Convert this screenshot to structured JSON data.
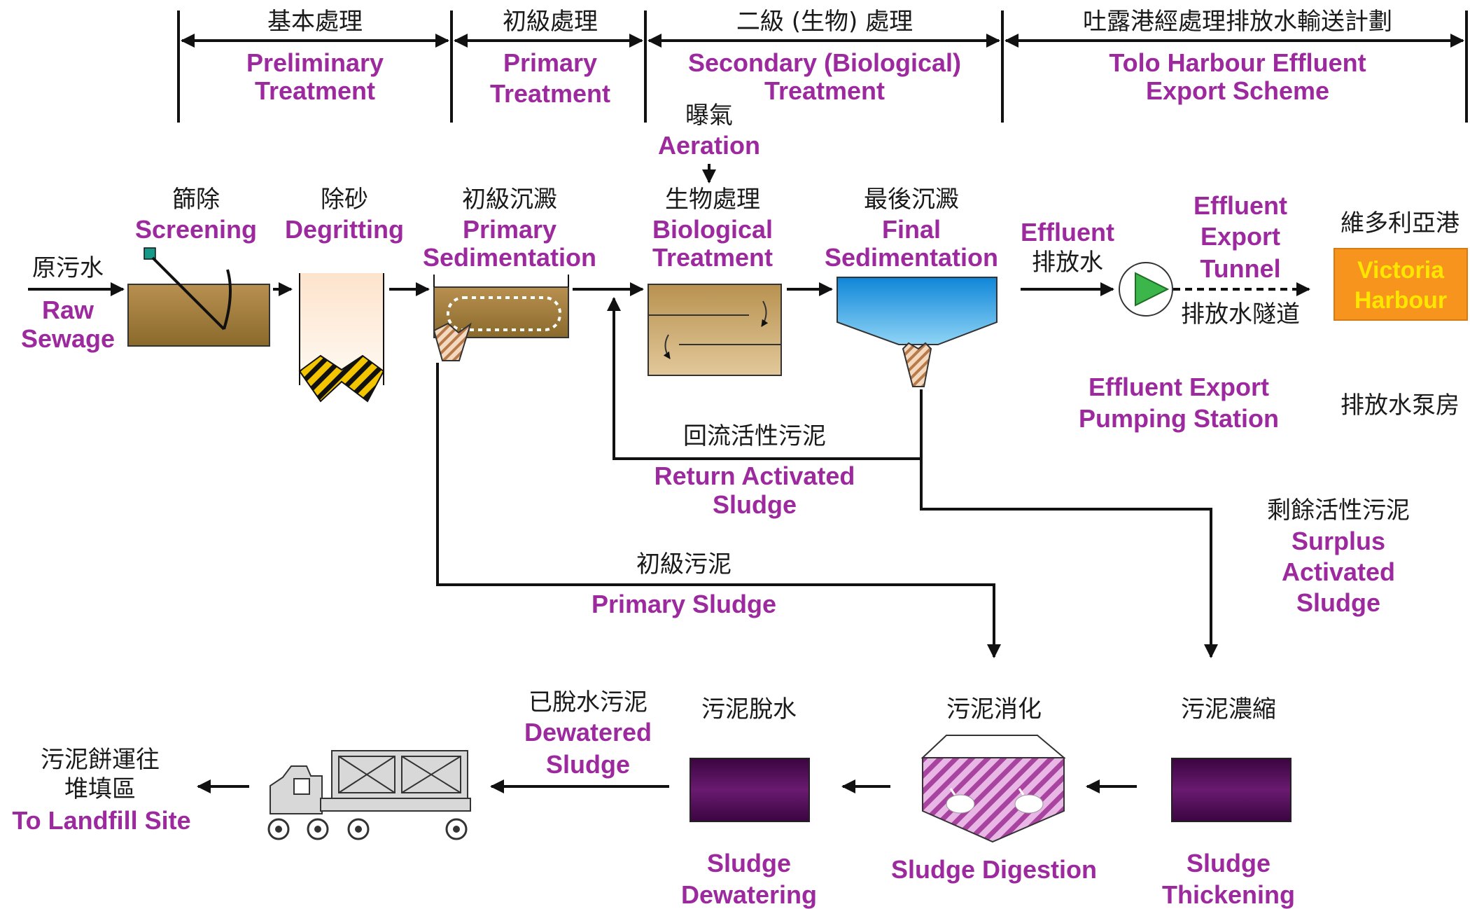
{
  "colors": {
    "english_text": "#9c2a9e",
    "chinese_text": "#1a1a1a",
    "lines": "#111111",
    "sewage_brown": "#a07c3a",
    "aeration_tank": "#c8a66a",
    "final_tank_blue": "#3aa0e0",
    "victoria_orange": "#f7941d",
    "victoria_text": "#ffe600",
    "pump_green": "#3cb54a",
    "sludge_purple": "#4a0a4c",
    "grit_yellow": "#f2c500",
    "digester_pink": "#c56fc1"
  },
  "phases": {
    "preliminary": {
      "zh": "基本處理",
      "en1": "Preliminary",
      "en2": "Treatment"
    },
    "primary": {
      "zh": "初級處理",
      "en1": "Primary",
      "en2": "Treatment"
    },
    "secondary": {
      "zh": "二級 (生物) 處理",
      "en1": "Secondary (Biological)",
      "en2": "Treatment"
    },
    "export": {
      "zh": "吐露港經處理排放水輸送計劃",
      "en1": "Tolo Harbour Effluent",
      "en2": "Export Scheme"
    }
  },
  "aeration": {
    "zh": "曝氣",
    "en": "Aeration"
  },
  "raw_sewage": {
    "zh": "原污水",
    "en1": "Raw",
    "en2": "Sewage"
  },
  "screening": {
    "zh": "篩除",
    "en": "Screening"
  },
  "degritting": {
    "zh": "除砂",
    "en": "Degritting"
  },
  "primary_sedimentation": {
    "zh": "初級沉澱",
    "en1": "Primary",
    "en2": "Sedimentation"
  },
  "biological_treatment": {
    "zh": "生物處理",
    "en1": "Biological",
    "en2": "Treatment"
  },
  "final_sedimentation": {
    "zh": "最後沉澱",
    "en1": "Final",
    "en2": "Sedimentation"
  },
  "effluent": {
    "en": "Effluent",
    "zh": "排放水"
  },
  "export_tunnel": {
    "en1": "Effluent",
    "en2": "Export",
    "en3": "Tunnel",
    "zh": "排放水隧道"
  },
  "victoria_harbour": {
    "zh": "維多利亞港",
    "en1": "Victoria",
    "en2": "Harbour"
  },
  "pumping_station": {
    "en1": "Effluent Export",
    "en2": "Pumping Station",
    "zh": "排放水泵房"
  },
  "return_sludge": {
    "zh": "回流活性污泥",
    "en1": "Return Activated",
    "en2": "Sludge"
  },
  "surplus_sludge": {
    "zh": "剩餘活性污泥",
    "en1": "Surplus",
    "en2": "Activated",
    "en3": "Sludge"
  },
  "primary_sludge": {
    "zh": "初級污泥",
    "en": "Primary Sludge"
  },
  "sludge_thickening": {
    "zh": "污泥濃縮",
    "en1": "Sludge",
    "en2": "Thickening"
  },
  "sludge_digestion": {
    "zh": "污泥消化",
    "en": "Sludge Digestion"
  },
  "sludge_dewatering": {
    "zh": "污泥脫水",
    "en1": "Sludge",
    "en2": "Dewatering"
  },
  "dewatered_sludge": {
    "zh": "已脫水污泥",
    "en1": "Dewatered",
    "en2": "Sludge"
  },
  "landfill": {
    "zh1": "污泥餅運往",
    "zh2": "堆填區",
    "en": "To Landfill Site"
  }
}
